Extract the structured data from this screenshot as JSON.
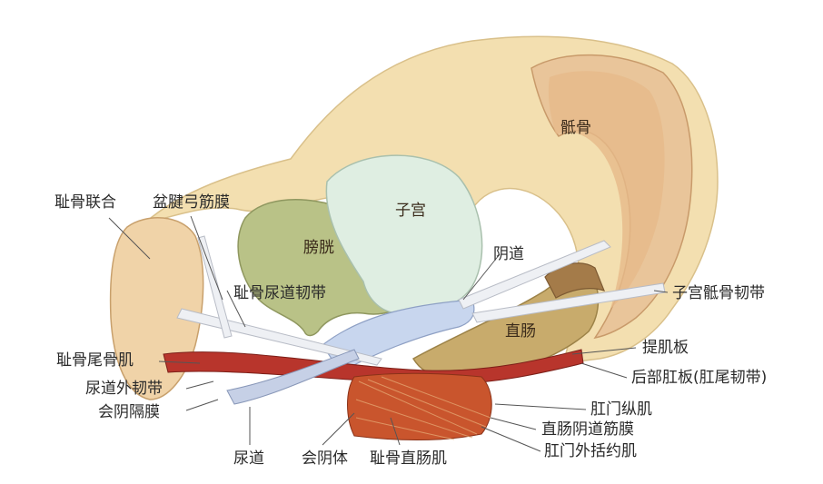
{
  "labels": {
    "pubic_symphysis": "耻骨联合",
    "arcus_tendineus": "盆腱弓筋膜",
    "bladder": "膀胱",
    "uterus": "子宫",
    "sacrum": "骶骨",
    "vagina": "阴道",
    "pubourethral_ligament": "耻骨尿道韧带",
    "uterosacral_ligament": "子宫骶骨韧带",
    "rectum": "直肠",
    "levator_plate": "提肌板",
    "posterior_anal_plate": "后部肛板(肛尾韧带)",
    "pubococcygeus": "耻骨尾骨肌",
    "external_urethral_ligament": "尿道外韧带",
    "perineal_membrane": "会阴隔膜",
    "longitudinal_anal_muscle": "肛门纵肌",
    "rectovaginal_fascia": "直肠阴道筋膜",
    "external_anal_sphincter": "肛门外括约肌",
    "urethra": "尿道",
    "perineal_body": "会阴体",
    "puborectalis": "耻骨直肠肌"
  },
  "colors": {
    "bone": "#f3dfb0",
    "bone_inner": "#e6b98a",
    "bladder": "#b9c287",
    "uterus": "#dfeee2",
    "rectum": "#c8ab6c",
    "muscle": "#b8352c",
    "ligament": "#d9dde6",
    "line": "#555555"
  }
}
